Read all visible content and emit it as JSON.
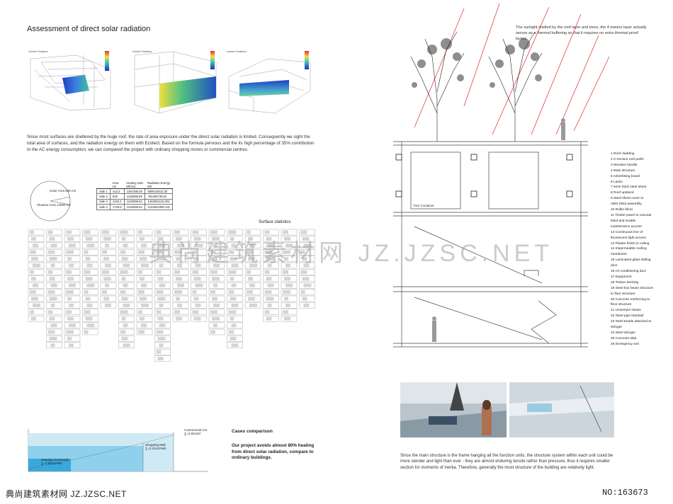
{
  "left": {
    "title": "Assessment of direct solar radiation",
    "paragraph": "Since most surfaces are sheltered by the huge roof, the rate of area exposure under the direct solar radiation is limited. Consequently we sight the total area of surfaces, and the radiation energy on them with Ecotect. Based on the formula pervious and the its high percentage of 35% contribution to the AC energy consumption, we can compared the project with ordinary shopping mores or commercial centres.",
    "thumb_legend": [
      "Incident Radiation",
      "Incident Radiation",
      "Incident Radiation"
    ],
    "pie": {
      "solar_label": "Solar Area 838 m2",
      "shadow_label": "Shadow Area 14000 m2"
    },
    "table": {
      "headers": [
        "",
        "Area\nm2",
        "Heating ratio\nWh/m2",
        "Radiation Energy\nWh"
      ],
      "rows": [
        [
          "Side 1",
          "413.2",
          "1357386.26",
          "5080148/12.2b"
        ],
        [
          "Side 2",
          "529",
          "1448365.89",
          "764455735.52"
        ],
        [
          "Side 3",
          "1148.2",
          "1240058.62",
          "1423661115.304"
        ],
        [
          "Side 4",
          "1728.6",
          "1240058.62",
          "2144601099.132"
        ]
      ]
    },
    "surface_title": "Surface statistics",
    "cases_title": "Cases comparison",
    "cases_text": "Our project avoids almost 80% heating from direct solar radiation, compare to ordinary buildings.",
    "energy_chart": {
      "commercial": "Commercial Cnt",
      "commercial_val": "∑=2.92x10⁹",
      "shopping": "Shopping Mall",
      "shopping_val": "∑=2.24x10⁹wh",
      "hanging": "Hanging Greenroof",
      "hanging_val": "∑=4.68x10⁸wh"
    }
  },
  "right": {
    "top_note": "The sunlight shelled by the roof layer and trees, the 4 meters layer actually serves as a thermal buffering so that it requires no extra thermal proof layers.",
    "container_label": "Tree Container",
    "legend": [
      "1 Roof cladding",
      "2 C-section roof purlin",
      "3 Wooden handle",
      "4 Main structure",
      "5 Advertising board",
      "6 Lasso",
      "7 5mm thick steel sheet",
      "8 Roof upstand",
      "9 Steel sheet cover to",
      "   roller blind assembly",
      "10 Roller blind",
      "11 Timber panel to conceal",
      "   blind and enable",
      "   maintenance access",
      "12 Continuous line of",
      "   fluorescent light access",
      "13 Plaster finish to ceiling",
      "14 Impermeable roofing",
      "   membrane",
      "15 Laminated glass sliding",
      "   door",
      "16 Air-conditioning duct",
      "17 Equipment",
      "18 Timber decking",
      "19 Steel box beam structure",
      "   to floor structure",
      "20 Concrete reinforcing to",
      "   floor structure",
      "21 Universal I-beam",
      "22 Steel pipe handrail",
      "23 Steel treads attached to",
      "   stringer",
      "24 Steel stringer",
      "25 Concrete slab",
      "26 Emergency exit"
    ],
    "paragraph": "Since the main structure is the frame hanging all the function units, the structure system within each unit could be more slender and light than ever - they are almost enduring tensile rather than pressure, thus it requires smaller section for moments of inertia. Therefore, generally the most structure of the building are relatively light."
  },
  "footer": {
    "left": "典尚建筑素材网 JZ.JZSC.NET",
    "right": "NO:163673"
  },
  "watermark": "典尚建筑素材网 JZ.JZSC.NET"
}
